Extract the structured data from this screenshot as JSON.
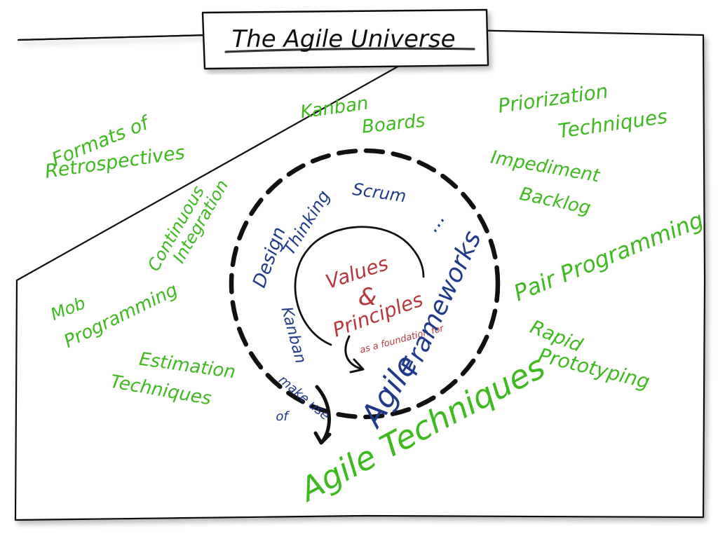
{
  "title": "The Agile Universe",
  "colors": {
    "technique": "#3cba1e",
    "framework": "#1f3a8c",
    "core": "#b8373c",
    "ink": "#111111",
    "title_underline": "#d84b63",
    "arrow": "#3a2a24"
  },
  "core": {
    "values": "Values",
    "ampersand": "&",
    "principles": "Principles",
    "foundation_note": "as a foundation for"
  },
  "frameworks": {
    "scrum": "Scrum",
    "design": "Design",
    "thinking": "Thinking",
    "kanban": "Kanban",
    "ellipsis": "...",
    "agile_frameworks_1": "Agile",
    "agile_frameworks_2": "Frameworks"
  },
  "relation": {
    "make_use": "make use",
    "of": "of"
  },
  "techniques": {
    "heading": "Agile Techniques",
    "kanban_boards_1": "Kanban",
    "kanban_boards_2": "Boards",
    "priorization_1": "Priorization",
    "priorization_2": "Techniques",
    "formats_1": "Formats of",
    "formats_2": "Retrospectives",
    "impediment_1": "Impediment",
    "impediment_2": "Backlog",
    "continuous_1": "Continuous",
    "continuous_2": "Integration",
    "pair_programming": "Pair Programming",
    "mob_1": "Mob",
    "mob_2": "Programming",
    "rapid_1": "Rapid",
    "rapid_2": "Prototyping",
    "estimation_1": "Estimation",
    "estimation_2": "Techniques"
  }
}
